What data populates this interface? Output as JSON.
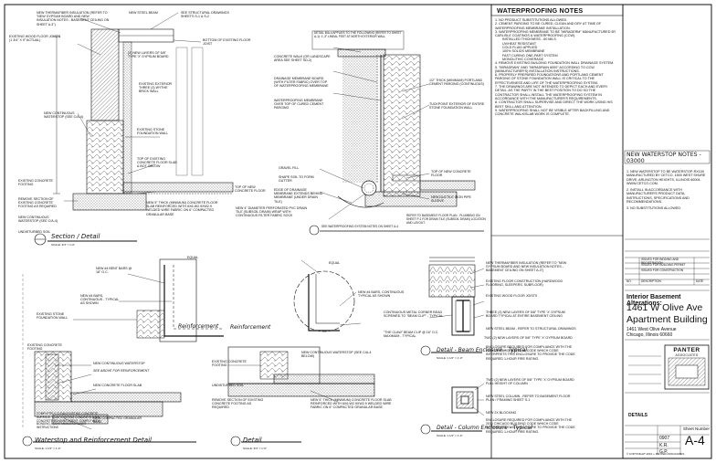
{
  "wp_notes": {
    "title": "WATERPROOFING NOTES",
    "items": [
      "1. NO PRODUCT SUBSTITUTIONS ALLOWED.",
      "2. CEMENT PARGING TO BE CURED, CLEAN AND DRY AT TIME OF WATERPROOFING MEMBRANE INSTALLATION.",
      "3. WATERPROOFING MEMBRANE TO BE \"MIRADERM\" MANUFACTURED BY CARLISLE COATINGS & WATERPROOFING (CCW).",
      "4. REMOVE EXISTING BUILDING FOUNDATION WALL DRAINAGE SYSTEM.",
      "5. \"MIRADRAIN\" AND \"MIRADRAIN 6000\" ACCORDING TO CCW (MANUFACTURER'S) INSTALLATION INSTRUCTIONS.",
      "6. PROPERLY PREPARED FOUNDATIONS AND PORTLAND CEMENT PARGING OF STONE FOUNDATION WALL IS CRITICAL TO THE EFFECTIVENESS AND LIFE OF THE WATERPROOFING SYSTEM.",
      "7. THE DRAWINGS ARE NOT INTENDED TO DEPICT EACH AND EVERY DETAIL. AS THE PARTY IN THE BEST POSITION TO DO SO THE CONTRACTOR SHALL INSTALL THE WATERPROOFING SYSTEM IN ACCORDANCE WITH THE MANUFACTURER'S REQUIREMENTS.",
      "8. CONTRACTOR SHALL SUPERVISE AND DIRECT THE WORK USING HIS BEST SKILL AND ATTENTION.",
      "9. WATERPROOFING SHALL NOT BE VISIBLE AFTER BACKFILLING AND CONCRETE WALK/SLAB WORK IS COMPLETE."
    ],
    "sub_items": [
      "INSTALLED THICKNESS - 60 MILS",
      "UV/HEAT RESISTANT",
      "COLD FLUID APPLIED",
      "100% SOLIDS MEMBRANE",
      "FAST CURING ONE-PART SYSTEM",
      "MONOLITHIC COVERAGE"
    ]
  },
  "side_notes": {
    "title": "NEW WATERSTOP NOTES - 03000",
    "items": [
      "1. NEW WATERSTOP TO BE WATERSTOP-RX100 MANUFACTURED BY CETCO. 1500 WEST SHURE DRIVE, ARLINGTON HEIGHTS, ILLINOIS 60004. WWW.CETCO.COM.",
      "2. INSTALL IN ACCORDANCE WITH MANUFACTURER'S PRODUCT DATA, INSTRUCTIONS, SPECIFICATIONS AND RECOMMENDATIONS.",
      "3. NO SUBSTITUTIONS ALLOWED."
    ]
  },
  "revisions": {
    "rows": [
      "ISSUED FOR BIDDING AND REGISTRATION",
      "ISSUED FOR BUILDING PERMIT",
      "ISSUED FOR CONSTRUCTION"
    ],
    "header": [
      "NO.",
      "DESCRIPTION",
      "DATE"
    ]
  },
  "project": {
    "title_line1": "Interior Basement Alterations:",
    "title_line2": "1461 W Olive Ave",
    "title_line3": "Apartment Building",
    "address1": "1461 West Olive Avenue",
    "address2": "Chicago, Illinois 60660"
  },
  "firm": {
    "name": "PANTER",
    "sub": "ASSOCIATES"
  },
  "sheet": {
    "details_label": "DETAILS",
    "sheet_number_label": "Sheet Number",
    "sheet_number": "A-4",
    "copyright": "© COPYRIGHT 2010 + PANTER ASSOCIATES",
    "job_no": "0907",
    "drawn": "K.R.",
    "checked": "G.P."
  },
  "details": {
    "d1_title": "Section / Detail",
    "d1_scale": "SCALE: 3/4\" = 1'-0\"",
    "d2_title": "Waterstop and Reinforcement Detail",
    "d2_scale": "SCALE: 1 1/2\" = 1'-0\"",
    "d3_title": "Detail",
    "d3_scale": "SCALE: 3/4\" = 1'-0\"",
    "d4_title": "Detail - Beam Enclosure - Typical",
    "d4_scale": "SCALE: 1 1/2\" = 1'-0\"",
    "d5_title": "Detail - Column Enclosure - Typical",
    "d5_scale": "SCALE: 1 1/2\" = 1'-0\"",
    "reinforcement_1": "Reinforcement",
    "reinforcement_2": "Reinforcement"
  },
  "labels": {
    "l01": "NEW THERMAFIBER INSULATION (REFER TO \"NEW GYPSUM BOARD AND NEW INSULATION NOTES - BASEMENT CEILING ON SHEET A-3\")",
    "l02": "NEW STEEL BEAM",
    "l03": "SEE STRUCTURAL DRAWINGS SHEETS S-1 & S-2",
    "l04": "BOTTOM OF EXISTING FLOOR JOIST",
    "l05": "EXISTING WOOD FLOOR JOISTS (1 3/4\" x 9\" ACTUAL)",
    "l06": "(2) NEW LAYERS OF 5/8\" TYPE 'X' GYPSUM BOARD",
    "l07": "EXISTING EXTERIOR THREE (3) WYTHE BRICK WALL",
    "l08": "NEW CONTINUOUS WATERSTOP (SEE C/A-4)",
    "l09": "EXISTING STONE FOUNDATION WALL",
    "l10": "TOP OF EXISTING CONCRETE FLOOR SLAB & BOT. BELOW",
    "l11": "EXISTING CONCRETE FOOTING",
    "l12": "REMOVE SECTION OF EXISTING CONCRETE FOOTING AS REQUIRED",
    "l13": "NEW CONTINUOUS WATERSTOP (SEE C/A-4)",
    "l14": "UNDISTURBED SOIL",
    "l15": "NEW 5\" THICK (MINIMUM) CONCRETE FLOOR SLAB REINFORCED WITH 6x6-W2.9xW2.9 WELDED WIRE FABRIC ON 6\" COMPACTED GRANULAR BASE",
    "l16": "TOP OF NEW CONCRETE FLOOR",
    "l17": "NEW 4\" DIAMETER PERFORATED PVC DRAIN TILE (SUBSOIL DRAIN) WRAP WITH CONTINUOUS FILTER FABRIC SOCK",
    "l18": "DETAIL B/A-4 APPLIES TO THE FOLLOWING (REFER TO SHEET A-1): 1'-3\" LINEAL FEET AT NORTH EXTERIOR WALL",
    "l19": "CONCRETE WALK (OR LANDSCAPE AREA SEE SHEET SD-2)",
    "l20": "DRAINAGE MEMBRANE BOARD (WITH FILTER FABRIC) OVER TOP OF WATERPROOFING MEMBRANE",
    "l21": "WATERPROOFING MEMBRANE OVER TOP OF CURED CEMENT PARGING",
    "l22": "1/2\" THICK (MINIMUM) PORTLAND CEMENT PARGING (CONTINUOUS)",
    "l23": "TUCKPOINT EXTERIOR OF ENTIRE STONE FOUNDATION WALL",
    "l24": "GRAVEL FILL",
    "l25": "SHAPE SOIL TO FORM GUTTER",
    "l26": "EDGE OF DRAINAGE MEMBRANE EXTENDS BEHIND MEMBRANE (UNDER DRAIN TILE)",
    "l27": "NEW DUCTILE IRON PIPE SLEEVE",
    "l28": "TOP OF NEW CONCRETE FLOOR",
    "l29": "SEE WATERPROOFING SYSTEM NOTES ON SHEET A-4",
    "l30": "REFER TO BASEMENT FLOOR PLAN - PLUMBING ON SHEET P-1 FOR DRAIN TILE (SUBSOIL DRAIN) LOCATION AND LAYOUT.",
    "l31": "NEW #4 BENT BARS @ 18\" O.C.",
    "l32": "NEW #4 BARS, CONTINUOUS - TYPICAL AS SHOWN",
    "l33": "EXISTING STONE FOUNDATION WALL",
    "l34": "NEW CONTINUOUS WATERSTOP",
    "l35": "SEE ABOVE FOR REINFORCEMENT",
    "l36": "NEW CONCRETE FLOOR SLAB",
    "l37": "COMPLETELY CLEAN EXISTING CONCRETE SURFACE. COAT EXISTING CONCRETE WITH CONCRETE BONDING AGENT. COMPLY WITH BONDING AGENT MANUFACTURER INSTRUCTIONS",
    "l38": "NEW COMPACTED GRANULAR BASE",
    "l39": "EXISTING CONCRETE FOOTING",
    "l40": "EQUAL",
    "l41": "NEW #4 BARS, CONTINUOUS TYPICAL AS SHOWN",
    "l42": "EXISTING CONCRETE FOOTING",
    "l43": "NEW CONTINUOUS WATERSTOP (SEE C/A-4 BELOW)",
    "l44": "REMOVE SECTION OF EXISTING CONCRETE FOOTING AS REQUIRED",
    "l45": "NEW 5\" THICK (MINIMUM) CONCRETE FLOOR SLAB REINFORCED WITH 6x6-W2.9xW2.9 WELDED WIRE FABRIC ON 6\" COMPACTED GRANULAR BASE",
    "l46": "NEW THERMAFIBER INSULATION (REFER TO \"NEW GYPSUM BOARD AND NEW INSULATION NOTES - BASEMENT CEILING ON SHEET A-3\")",
    "l47": "EXISTING FLOOR CONSTRUCTION (HARDWOOD FLOORING, SLEEPERS, SUBFLOOR)",
    "l48": "EXISTING WOOD FLOOR JOISTS",
    "l49": "THREE (3) NEW LAYERS OF 5/8\" TYPE 'X' GYPSUM BOARD TYPICAL AT ENTIRE BASEMENT CEILING",
    "l50": "NEW STEEL BEAM - REFER TO STRUCTURAL DRAWINGS",
    "l51": "CONTINUOUS METAL CORNER BEAD SCREWED TO \"BEAM CLIP\" - TYPICAL",
    "l52": "TWO (2) NEW LAYERS OF 5/8\" TYPE 'X' GYPSUM BOARD",
    "l53": "ENCLOSURE REQUIRED FOR COMPLIANCE WITH THE 2010 CHICAGO BUILDING CODE WHICH CODE INTERPRETS THIS ENCLOSURE TO PROVIDE THE CODE REQUIRED 1-HOUR FIRE RATING.",
    "l54": "\"THE CLAW\" BEAM CLIP @ 16\" O.C. MAXIMUM - TYPICAL",
    "l55": "TWO (2) NEW LAYERS OF 5/8\" TYPE 'X' GYPSUM BOARD FULL HEIGHT OF COLUMN",
    "l56": "NEW STEEL COLUMN - REFER TO BASEMENT FLOOR PLAN / FRAMING SHEET S-1",
    "l57": "NEW 2x BLOCKING",
    "l58": "ENCLOSURE REQUIRED FOR COMPLIANCE WITH THE 2010 CHICAGO BUILDING CODE WHICH CODE INTERPRETS THIS ENCLOSURE TO PROVIDE THE CODE REQUIRED 1-HOUR FIRE RATING."
  }
}
